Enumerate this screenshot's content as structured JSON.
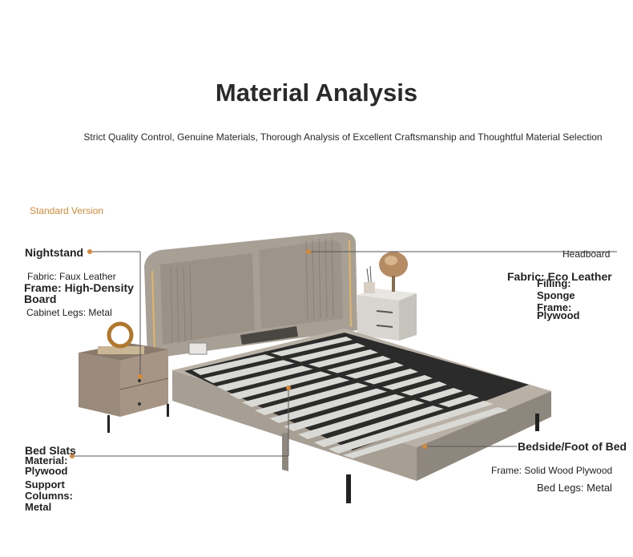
{
  "header": {
    "title": "Material Analysis",
    "subtitle": "Strict Quality Control, Genuine Materials, Thorough Analysis of Excellent Craftsmanship and Thoughtful Material Selection"
  },
  "version_label": "Standard Version",
  "nightstand": {
    "title": "Nightstand",
    "fabric": "Fabric: Faux Leather",
    "frame_1": "Frame: High-Density",
    "frame_2": "Board",
    "legs": "Cabinet Legs: Metal"
  },
  "headboard": {
    "title": "Headboard",
    "fabric": "Fabric: Eco Leather",
    "filling_1": "Filling:",
    "filling_2": "Sponge",
    "frame_1": "Frame:",
    "frame_2": "Plywood"
  },
  "bed_slats": {
    "title": "Bed Slats",
    "material_1": "Material:",
    "material_2": "Plywood",
    "support_1": "Support",
    "support_2": "Columns:",
    "support_3": "Metal"
  },
  "bedside": {
    "title": "Bedside/Foot of Bed",
    "frame": "Frame: Solid Wood Plywood",
    "legs": "Bed Legs: Metal"
  },
  "colors": {
    "accent": "#d48a3a",
    "leather": "#a39a90",
    "frame_dark": "#2b2b2b",
    "slat": "#d9d9d6"
  }
}
